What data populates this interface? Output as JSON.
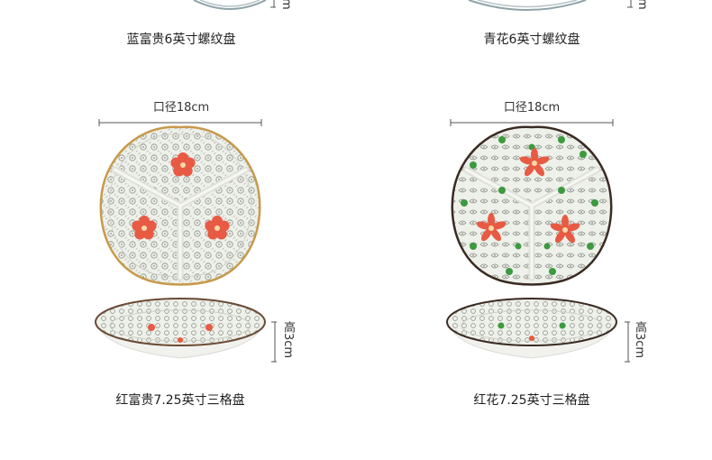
{
  "top_products": [
    {
      "caption": "蓝富贵6英寸螺纹盘"
    },
    {
      "caption": "青花6英寸螺纹盘"
    }
  ],
  "products": [
    {
      "caption": "红富贵7.25英寸三格盘",
      "diameter_label": "口径18cm",
      "height_label": "高3cm",
      "pattern": "red-flower",
      "rim_color": "#c79a4b"
    },
    {
      "caption": "红花7.25英寸三格盘",
      "diameter_label": "口径18cm",
      "height_label": "高3cm",
      "pattern": "green-dot-red-flower",
      "rim_color": "#3b2b23"
    }
  ],
  "top_height_glyph": "m",
  "colors": {
    "flower_red": "#e85a43",
    "dot_green": "#3d9a3f",
    "glaze": "#eef0ea",
    "pattern_ink": "#8a8f86",
    "top_plate": "#8fa3a9"
  }
}
